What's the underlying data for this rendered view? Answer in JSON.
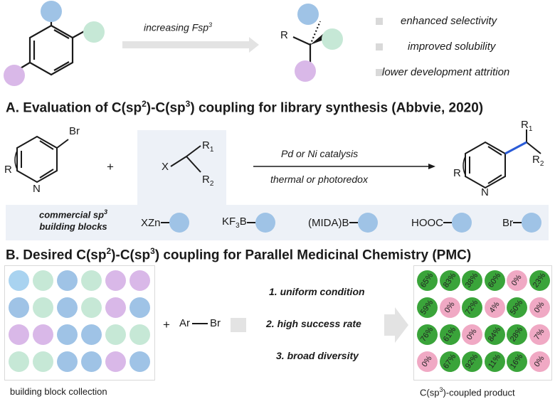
{
  "top": {
    "arrow_label": "increasing Fsp",
    "arrow_label_sup": "3",
    "r_label": "R",
    "benefits": [
      "enhanced selectivity",
      "improved solubility",
      "lower development attrition"
    ]
  },
  "section_a": {
    "title": "A. Evaluation of C(sp",
    "title_parts": [
      "A. Evaluation of C(sp",
      "2",
      ")-C(sp",
      "3",
      ") coupling for library synthesis (Abbvie, 2020)"
    ],
    "reactant1": {
      "r": "R",
      "br": "Br",
      "n": "N"
    },
    "plus": "+",
    "reactant2": {
      "x": "X",
      "r1": "R",
      "r1_sub": "1",
      "r2": "R",
      "r2_sub": "2"
    },
    "condition_top": "Pd or Ni catalysis",
    "condition_bottom": "thermal or photoredox",
    "product": {
      "r": "R",
      "n": "N",
      "r1": "R",
      "r1_sub": "1",
      "r2": "R",
      "r2_sub": "2"
    },
    "bb_label_line1": "commercial sp",
    "bb_label_line1_sup": "3",
    "bb_label_line2": "building blocks",
    "building_blocks": [
      {
        "pre": "XZn",
        "sub": "",
        "post": ""
      },
      {
        "pre": "KF",
        "sub": "3",
        "post": "B"
      },
      {
        "pre": "(MIDA)B",
        "sub": "",
        "post": ""
      },
      {
        "pre": "HOOC",
        "sub": "",
        "post": ""
      },
      {
        "pre": "Br",
        "sub": "",
        "post": ""
      }
    ]
  },
  "section_b": {
    "title_parts": [
      "B. Desired C(sp",
      "2",
      ")-C(sp",
      "3",
      ") coupling for Parallel Medicinal Chemistry (PMC)"
    ],
    "plus": "+",
    "arbr_ar": "Ar",
    "arbr_br": "Br",
    "criteria": [
      "1. uniform condition",
      "2. high success rate",
      "3. broad diversity"
    ],
    "left_caption": "building block collection",
    "right_caption_pre": "C(sp",
    "right_caption_sup": "3",
    "right_caption_post": ")-coupled product",
    "grid_colors": [
      [
        "#a9d3f0",
        "#c6e8d6",
        "#9fc3e6",
        "#c6e8d6",
        "#d9b8e8",
        "#d9b8e8"
      ],
      [
        "#9fc3e6",
        "#c6e8d6",
        "#9fc3e6",
        "#c6e8d6",
        "#d9b8e8",
        "#9fc3e6"
      ],
      [
        "#d9b8e8",
        "#d9b8e8",
        "#9fc3e6",
        "#9fc3e6",
        "#c6e8d6",
        "#c6e8d6"
      ],
      [
        "#c6e8d6",
        "#c6e8d6",
        "#9fc3e6",
        "#9fc3e6",
        "#d9b8e8",
        "#9fc3e6"
      ]
    ],
    "yields": [
      [
        "65%",
        "83%",
        "38%",
        "60%",
        "0%",
        "23%"
      ],
      [
        "59%",
        "0%",
        "72%",
        "4%",
        "50%",
        "0%"
      ],
      [
        "76%",
        "61%",
        "0%",
        "84%",
        "28%",
        "7%"
      ],
      [
        "0%",
        "67%",
        "92%",
        "11%",
        "16%",
        "0%"
      ]
    ],
    "colors": {
      "success": "#3aa43a",
      "fail": "#f0a9c4"
    }
  }
}
